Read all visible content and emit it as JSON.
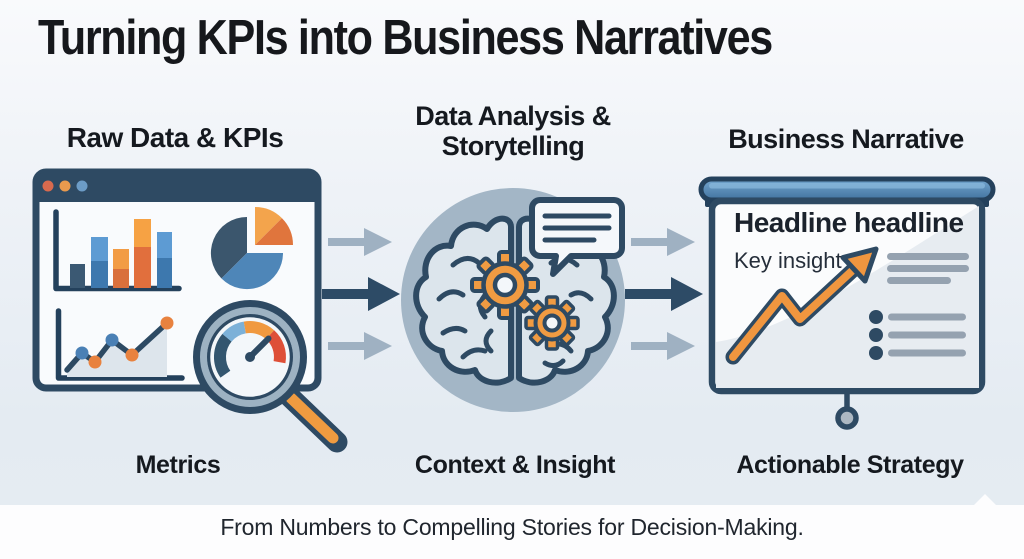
{
  "title": "Turning KPIs into Business Narratives",
  "columns": [
    {
      "header": "Raw Data & KPIs",
      "caption": "Metrics",
      "icon": "dashboard-window-icon"
    },
    {
      "header": "Data Analysis &\nStorytelling",
      "caption": "Context & Insight",
      "icon": "brain-gears-icon"
    },
    {
      "header": "Business Narrative",
      "caption": "Actionable Strategy",
      "icon": "presentation-screen-icon"
    }
  ],
  "slide": {
    "headline": "Headline headline",
    "key_insight": "Key insight"
  },
  "footer": {
    "caption": "From Numbers to Compelling Stories for Decision-Making."
  },
  "icons": [
    "window-controls",
    "bar-chart-icon",
    "pie-chart-icon",
    "line-chart-icon",
    "gauge-magnifier-icon",
    "brain-icon",
    "gear-icon",
    "speech-bubble-icon",
    "flow-arrow-icon",
    "growth-arrow-icon",
    "bullet-list-icon",
    "screen-pull-cord"
  ],
  "colors": {
    "navy": "#2E4A63",
    "blue": "#4A80B5",
    "light_blue": "#5D9BD3",
    "orange": "#F09A41",
    "red_orange": "#DE4F37",
    "circle_gray": "#A3B6C6",
    "background": "#EDF1F6",
    "footer_band": "#FDFDFE"
  }
}
